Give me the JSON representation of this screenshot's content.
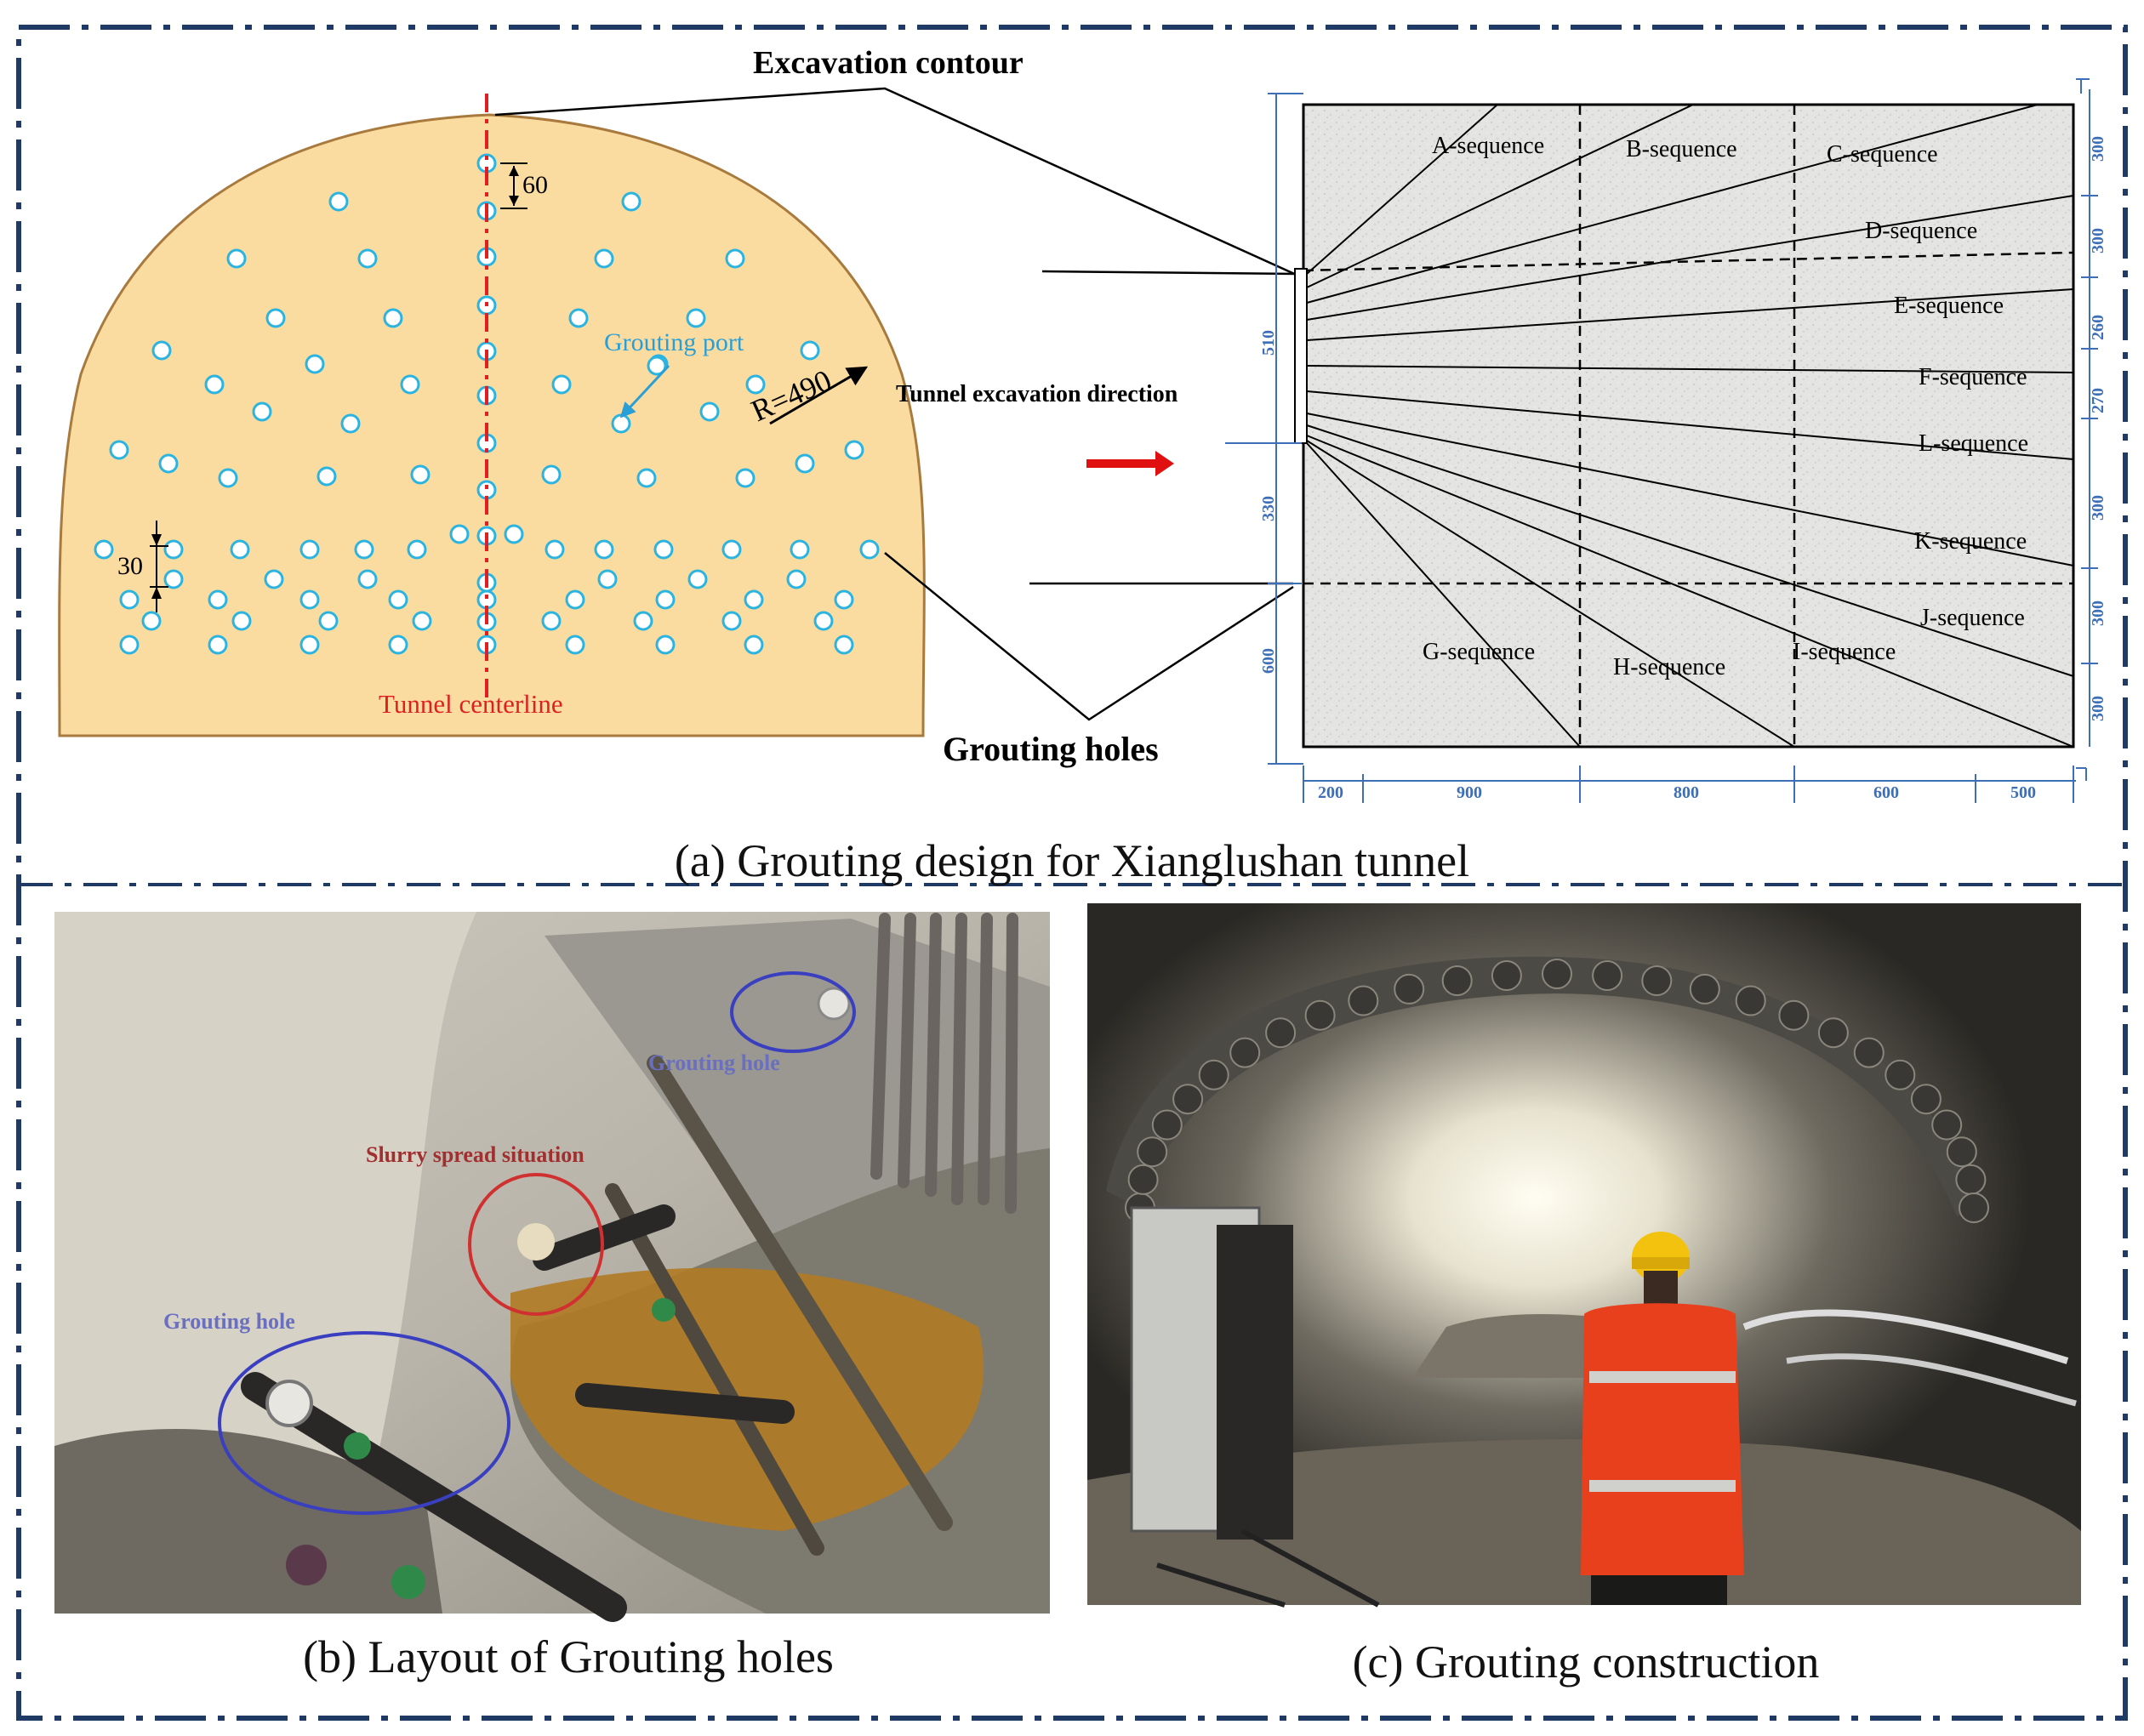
{
  "colors": {
    "frame": "#1f3a64",
    "tunnel_fill": "#fbdca0",
    "tunnel_edge": "#a87a3e",
    "hole": "#2bb4e0",
    "centerline": "#e02020",
    "label_blue": "#2a9fd6",
    "dimension_blue": "#3d6fb8",
    "arrow_red": "#e01010",
    "slurry_red": "#a03030",
    "grout_hole_label": "#6a6fc0",
    "ellipse_blue": "#3a3fc0",
    "circle_red": "#d03030"
  },
  "diagram_a": {
    "excavation_contour": "Excavation contour",
    "tunnel_centerline": "Tunnel centerline",
    "grouting_port": "Grouting port",
    "radius": "R=490",
    "tunnel_excavation_direction": "Tunnel excavation direction",
    "grouting_holes": "Grouting holes",
    "dim_60": "60",
    "dim_30": "30",
    "sequences": {
      "A": "A-sequence",
      "B": "B-sequence",
      "C": "C-sequence",
      "D": "D-sequence",
      "E": "E-sequence",
      "F": "F-sequence",
      "L": "L-sequence",
      "K": "K-sequence",
      "J": "J-sequence",
      "G": "G-sequence",
      "H": "H-sequence",
      "I": "I-sequence"
    },
    "left_dims": [
      "510",
      "330",
      "600"
    ],
    "right_dims": [
      "300",
      "300",
      "260",
      "270",
      "300",
      "300",
      "300"
    ],
    "bottom_dims": [
      "200",
      "900",
      "800",
      "600",
      "500"
    ],
    "caption": "(a) Grouting design for Xianglushan tunnel"
  },
  "photo_b": {
    "grouting_hole_top": "Grouting hole",
    "slurry_spread": "Slurry spread situation",
    "grouting_hole_left": "Grouting hole",
    "caption": "(b) Layout of Grouting holes"
  },
  "photo_c": {
    "caption": "(c) Grouting construction"
  }
}
